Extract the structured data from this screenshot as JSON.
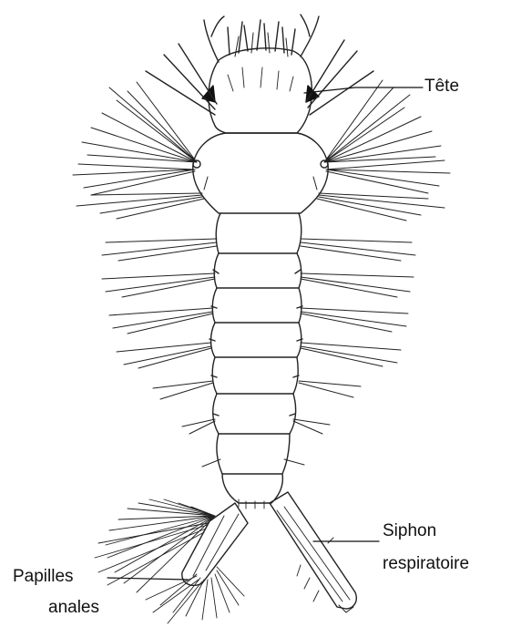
{
  "labels": {
    "head": "Tête",
    "siphon_line1": "Siphon",
    "siphon_line2": "respiratoire",
    "papillae_line1": "Papilles",
    "papillae_line2": "anales"
  },
  "colors": {
    "ink": "#111111",
    "background": "#ffffff"
  }
}
